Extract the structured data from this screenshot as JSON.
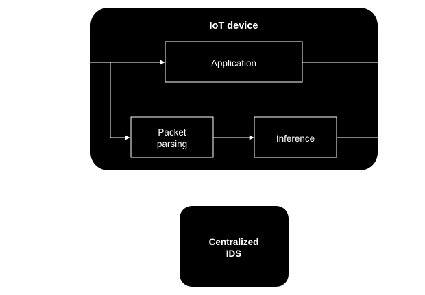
{
  "colors": {
    "background": "#ffffff",
    "container_fill": "#000000",
    "stroke": "#ffffff",
    "text": "#ffffff"
  },
  "iot_device": {
    "title": "IoT device",
    "blocks": {
      "application": "Application",
      "packet_parsing_line1": "Packet",
      "packet_parsing_line2": "parsing",
      "inference": "Inference"
    }
  },
  "centralized_ids": {
    "line1": "Centralized",
    "line2": "IDS"
  }
}
